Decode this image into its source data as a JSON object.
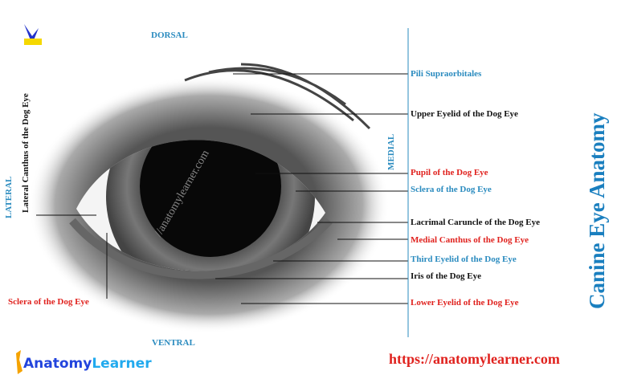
{
  "orientation": {
    "dorsal": "DORSAL",
    "ventral": "VENTRAL",
    "lateral": "LATERAL",
    "medial": "MEDIAL"
  },
  "title": "Canine  Eye Anatomy",
  "watermark": "//anatomylearner.com",
  "url": "https://anatomylearner.com",
  "logo": {
    "text_a": "Anatomy",
    "text_b": "Learner"
  },
  "labels": {
    "pili": "Pili Supraorbitales",
    "upper_eyelid": "Upper Eyelid of the Dog Eye",
    "pupil": "Pupil of  the Dog Eye",
    "sclera_right": "Sclera of  the Dog Eye",
    "lacrimal": "Lacrimal  Caruncle of the Dog Eye",
    "medial_canthus": "Medial Canthus  of  the Dog Eye",
    "third_eyelid": "Third Eyelid of the Dog Eye",
    "iris": "Iris of  the Dog Eye",
    "lower_eyelid": "Lower  Eyelid of the Dog Eye",
    "lateral_canthus": "Lateral Canthus of  the Dog Eye",
    "sclera_left": "Sclera of  the Dog Eye"
  },
  "colors": {
    "blue": "#2a8bbf",
    "red": "#e0221e",
    "black": "#111111"
  }
}
